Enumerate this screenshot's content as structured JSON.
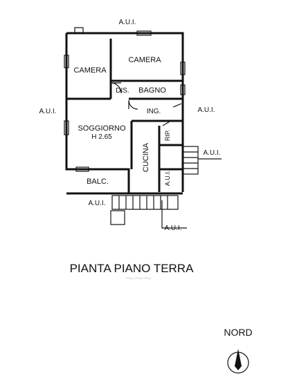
{
  "plan": {
    "title": "PIANTA PIANO TERRA",
    "north": "NORD",
    "rooms": {
      "camera_left": "CAMERA",
      "camera_right": "CAMERA",
      "dis": "DIS.",
      "bagno": "BAGNO",
      "ing": "ING.",
      "soggiorno": "SOGGIORNO",
      "soggiorno_height": "H 2.65",
      "cucina": "CUCINA",
      "rip": "RIP.",
      "aui_vertical": "A.U.I.",
      "balc": "BALC."
    },
    "neighbors": {
      "top": "A.U.I.",
      "left": "A.U.I.",
      "right_mid": "A.U.I.",
      "right_stair": "A.U.I.",
      "bottom_left": "A.U.I.",
      "bottom_right": "A.U.I."
    }
  }
}
